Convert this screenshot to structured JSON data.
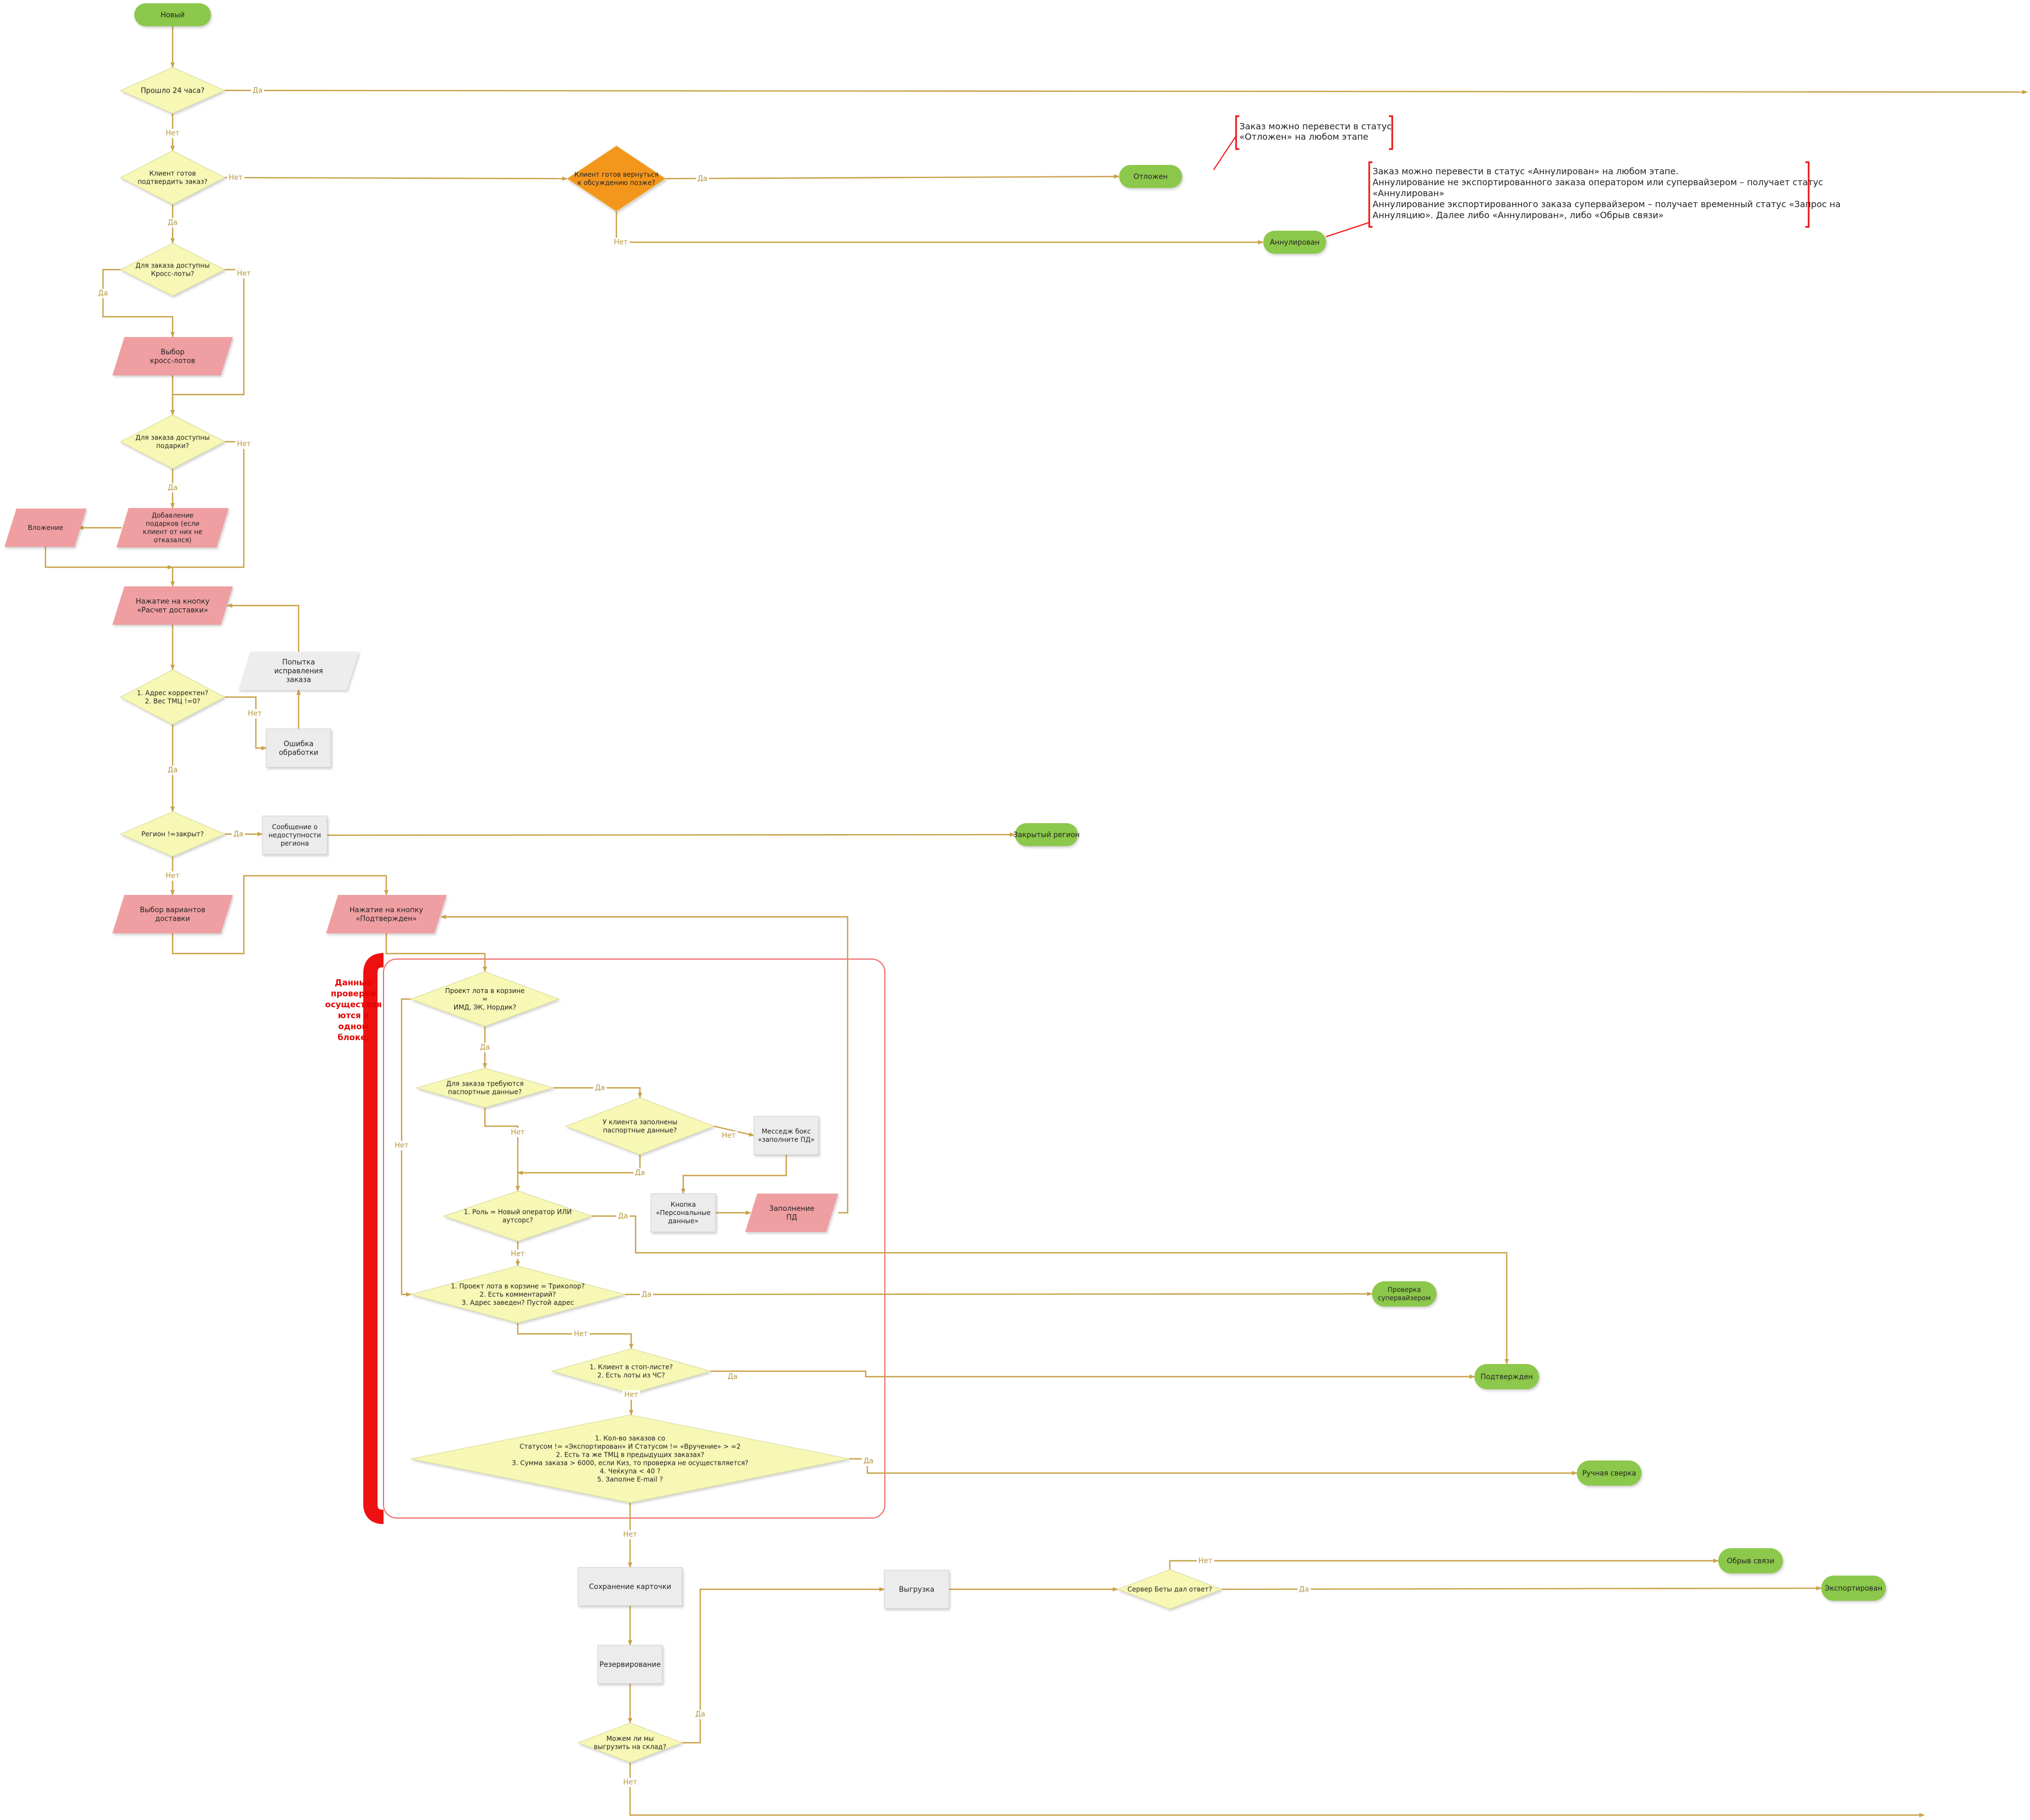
{
  "colors": {
    "terminal": "#8cc84b",
    "decision": "#f7f7b6",
    "decision_alert": "#f5961e",
    "io_pink": "#ef9fa2",
    "io_gray": "#ededed",
    "process": "#ececec",
    "edge": "#c9a24a",
    "edge_label": "#b8963c",
    "bracket": "#ee1111",
    "group_border": "#ee6666"
  },
  "nodes": {
    "new": {
      "lines": [
        "Новый"
      ]
    },
    "passed24": {
      "lines": [
        "Прошло 24 часа?"
      ]
    },
    "client_ready": {
      "lines": [
        "Клиент готов",
        "подтвердить заказ?"
      ]
    },
    "client_later": {
      "lines": [
        "Клиент готов вернуться",
        "к обсуждению позже?"
      ]
    },
    "postponed": {
      "lines": [
        "Отложен"
      ]
    },
    "cancelled": {
      "lines": [
        "Аннулирован"
      ]
    },
    "cross_avail": {
      "lines": [
        "Для заказа доступны",
        "Кросс-лоты?"
      ]
    },
    "cross_select": {
      "lines": [
        "Выбор",
        "кросс-лотов"
      ]
    },
    "gifts_avail": {
      "lines": [
        "Для заказа доступны",
        "подарки?"
      ]
    },
    "add_gifts": {
      "lines": [
        "Добавление",
        "подарков (если",
        "клиент от них не",
        "отказался)"
      ]
    },
    "attachment": {
      "lines": [
        "Вложение"
      ]
    },
    "calc_delivery": {
      "lines": [
        "Нажатие на кнопку",
        "«Расчет доставки»"
      ]
    },
    "fix_attempt": {
      "lines": [
        "Попытка",
        "исправления",
        "заказа"
      ]
    },
    "addr_ok": {
      "lines": [
        "1. Адрес корректен?",
        "2.  Вес ТМЦ !=0?"
      ]
    },
    "proc_error": {
      "lines": [
        "Ошибка",
        "обработки"
      ]
    },
    "region_closed": {
      "lines": [
        "Регион !=закрыт?"
      ]
    },
    "region_msg": {
      "lines": [
        "Сообщение о",
        "недоступности",
        "региона"
      ]
    },
    "closed_region": {
      "lines": [
        "Закрытый регион"
      ]
    },
    "delivery_opts": {
      "lines": [
        "Выбор вариантов",
        "доставки"
      ]
    },
    "confirm_btn": {
      "lines": [
        "Нажатие на кнопку",
        "«Подтвержден»"
      ]
    },
    "lot_project": {
      "lines": [
        "Проект лота в корзине",
        "=",
        "ИМД, ЭК, Нордик?"
      ]
    },
    "passport_req": {
      "lines": [
        "Для заказа требуются",
        "паспортные данные?"
      ]
    },
    "passport_filled": {
      "lines": [
        "У клиента заполнены",
        "паспортные данные?"
      ]
    },
    "msg_box": {
      "lines": [
        "Месседж бокс",
        "«заполните ПД»"
      ]
    },
    "pd_button": {
      "lines": [
        "Кнопка",
        "«Персональные",
        "данные»"
      ]
    },
    "pd_fill": {
      "lines": [
        "Заполнение",
        "ПД"
      ]
    },
    "role": {
      "lines": [
        "1. Роль = Новый оператор ИЛИ",
        "аутсорс?"
      ]
    },
    "tricolor": {
      "lines": [
        "1. Проект лота в корзине = Триколор?",
        "2. Есть комментарий?",
        "3. Адрес заведен? Пустой адрес"
      ]
    },
    "supervisor_check": {
      "lines": [
        "Проверка",
        "супервайзером"
      ]
    },
    "stop_list": {
      "lines": [
        "1. Клиент в стоп-листе?",
        "2. Есть лоты из ЧС?"
      ]
    },
    "confirmed": {
      "lines": [
        "Подтвержден"
      ]
    },
    "big_check": {
      "lines": [
        "1. Кол-во заказов со",
        "Статусом != «Экспортирован» И Статусом != «Вручение» > =2",
        "2. Есть та же ТМЦ в предыдущих заказах?",
        "3. Сумма заказа > 6000, если Киз, то проверка не осуществляется?",
        "4. Чеќкупа < 40 ?",
        "5. Заполне E-mail ?"
      ]
    },
    "manual_check": {
      "lines": [
        "Ручная сверка"
      ]
    },
    "save_card": {
      "lines": [
        "Сохранение карточки"
      ]
    },
    "reserve": {
      "lines": [
        "Резервирование"
      ]
    },
    "can_unload": {
      "lines": [
        "Можем ли мы",
        "выгрузить на склад?"
      ]
    },
    "unload": {
      "lines": [
        "Выгрузка"
      ]
    },
    "server_beta": {
      "lines": [
        "Сервер Беты дал ответ?"
      ]
    },
    "conn_lost": {
      "lines": [
        "Обрыв связи"
      ]
    },
    "exported": {
      "lines": [
        "Экспортирован"
      ]
    }
  },
  "edge_labels": {
    "yes": "Да",
    "no": "Нет"
  },
  "notes": {
    "postponed_note": [
      "Заказ можно перевести в статус",
      "«Отложен» на любом этапе"
    ],
    "cancel_note": [
      "Заказ можно перевести в статус «Аннулирован» на любом этапе.",
      "Аннулирование не экспортированного заказа оператором или  супервайзером – получает статус",
      "«Аннулирован»",
      "Аннулирование экспортированного заказа супервайзером – получает временный статус «Запрос на",
      "Аннуляцию». Далее либо «Аннулирован», либо «Обрыв связи»"
    ],
    "group_note": [
      "Данные",
      "проверки",
      "осуществля",
      "ются  в",
      "одном",
      "блоке."
    ]
  },
  "icons": {
    "arrowhead": "triangle-arrow-icon"
  }
}
